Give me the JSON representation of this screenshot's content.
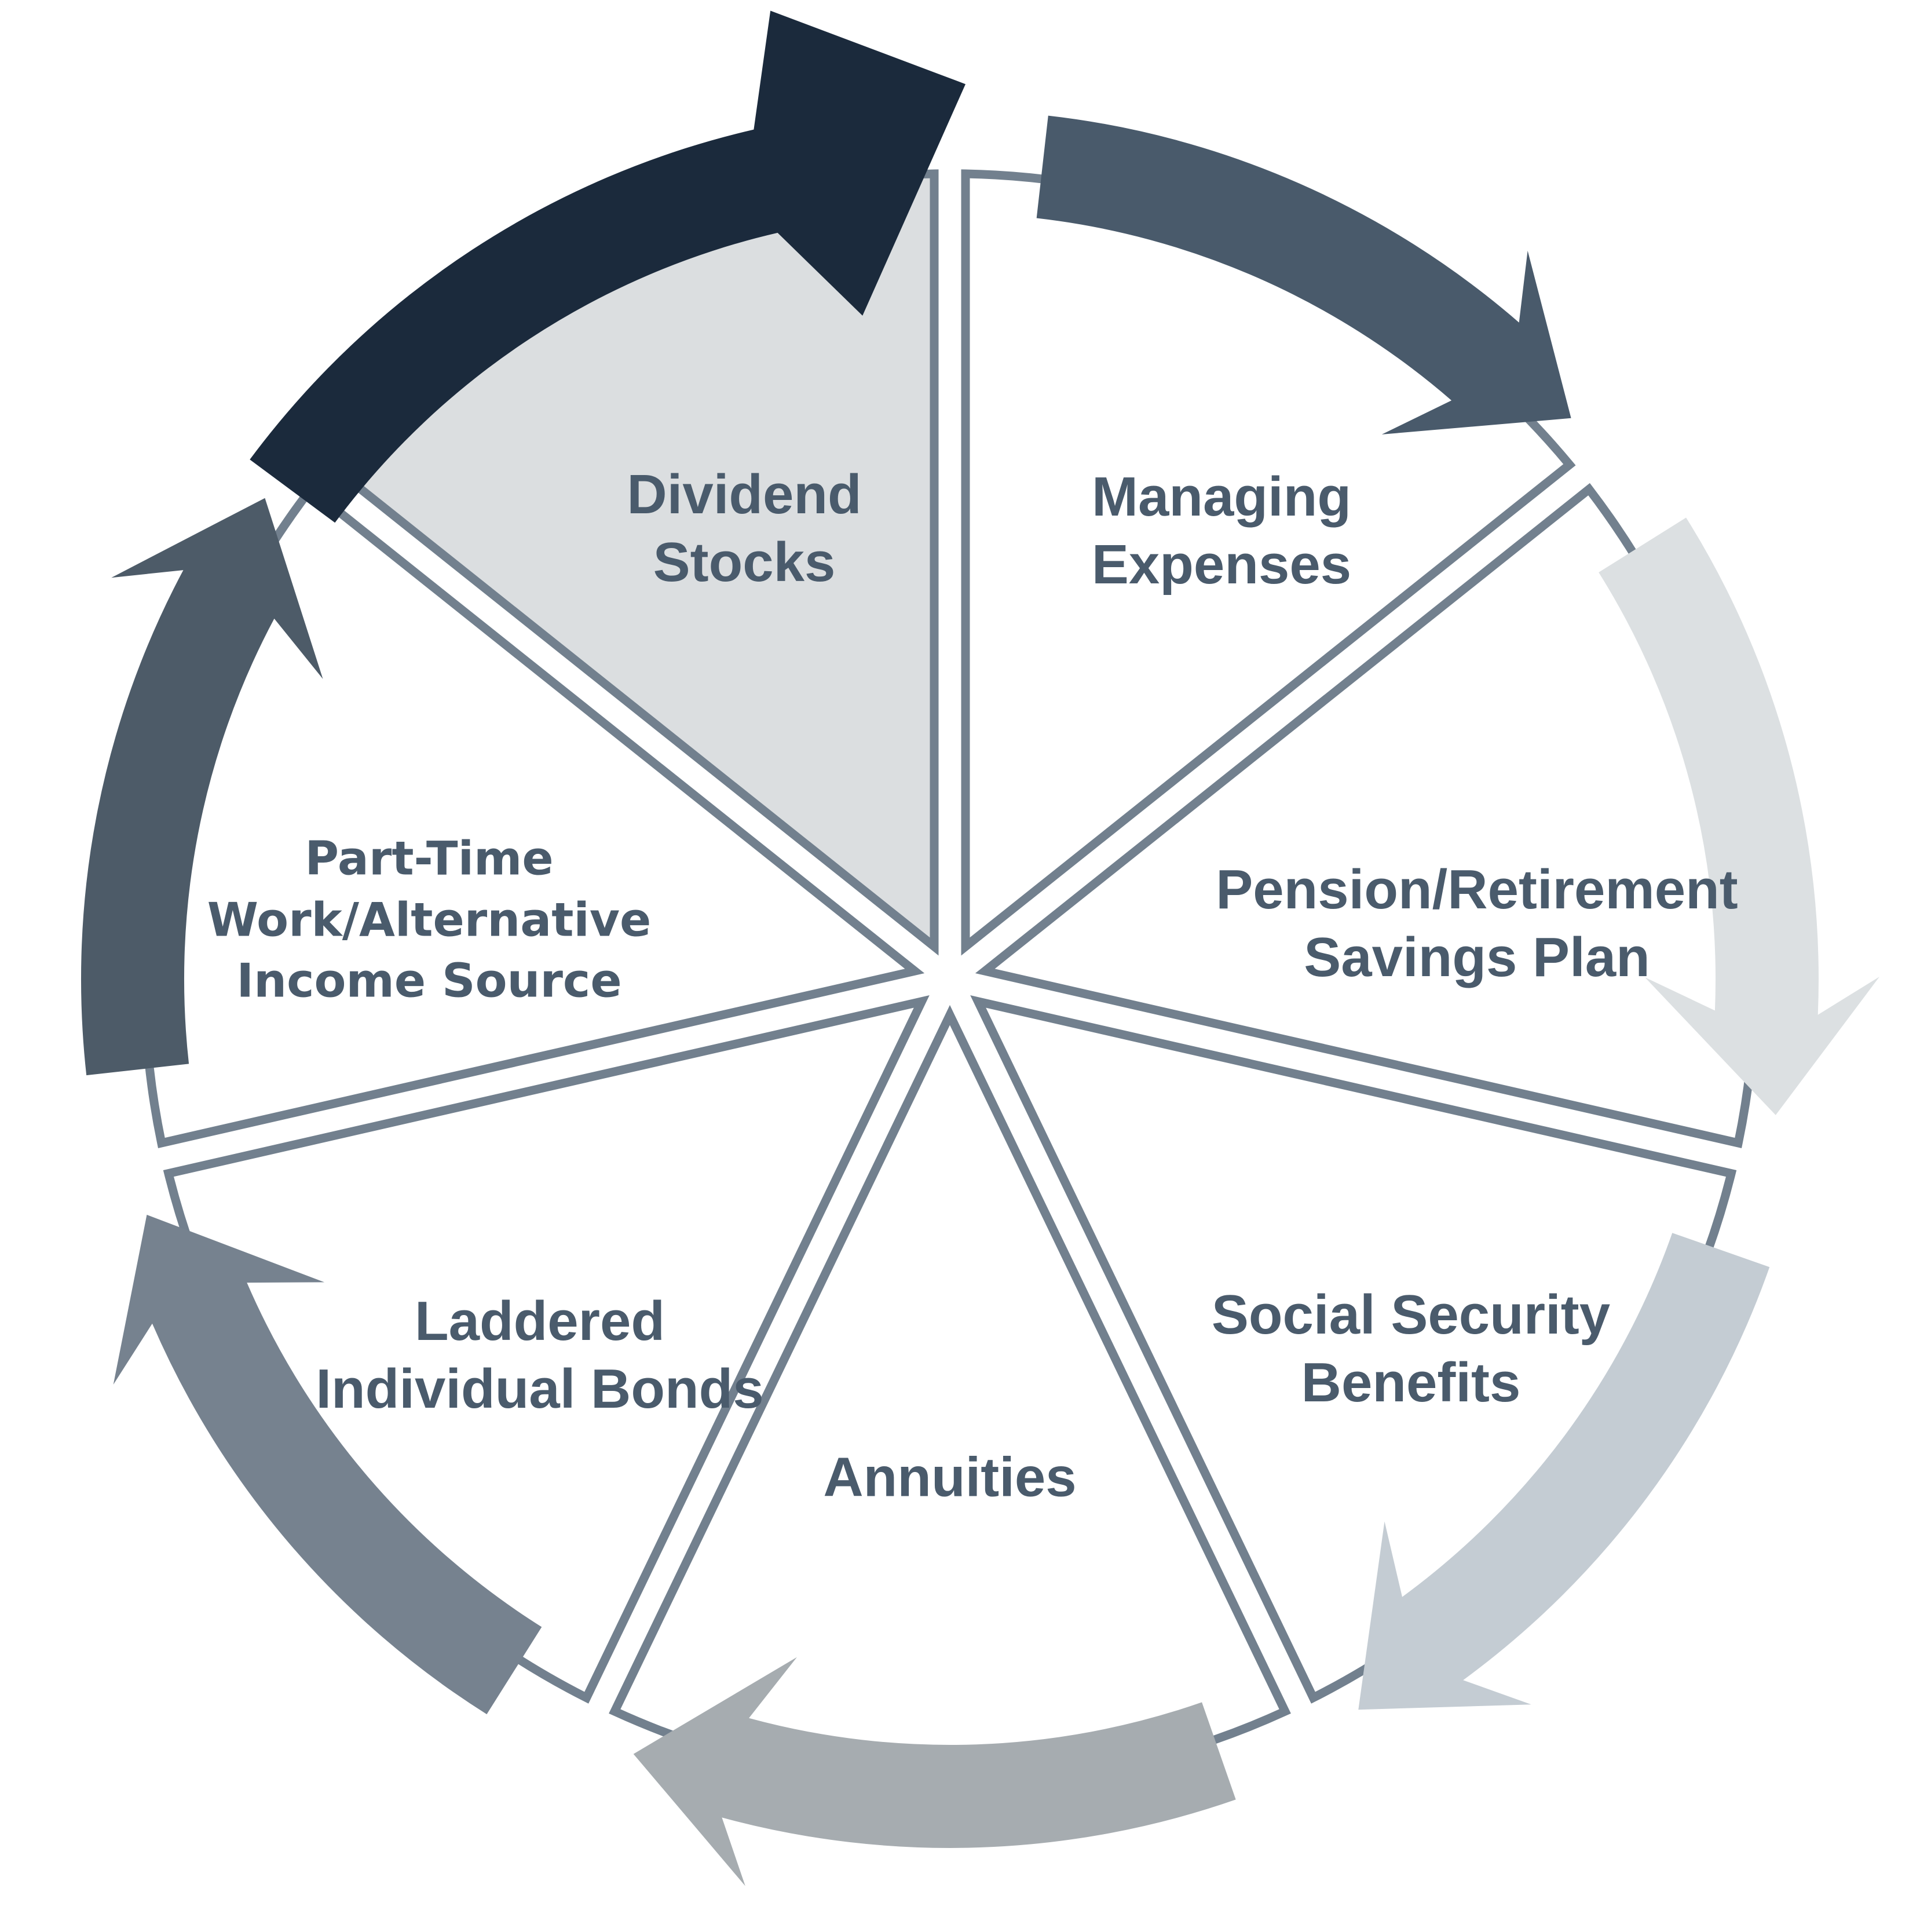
{
  "diagram": {
    "type": "cycle-diagram",
    "direction": "clockwise",
    "segment_count": 7,
    "segments": [
      {
        "name": "managing-expenses",
        "label_lines": [
          "Managing",
          "Expenses"
        ],
        "arrow_color": "#495A6B",
        "wedge_fill": "#FFFFFF",
        "highlighted": false
      },
      {
        "name": "pension-retirement-savings-plan",
        "label_lines": [
          "Pension/Retirement",
          "Savings Plan"
        ],
        "arrow_color": "#DCE0E2",
        "wedge_fill": "#FFFFFF",
        "highlighted": false
      },
      {
        "name": "social-security-benefits",
        "label_lines": [
          "Social Security",
          "Benefits"
        ],
        "arrow_color": "#C4CCD3",
        "wedge_fill": "#FFFFFF",
        "highlighted": false
      },
      {
        "name": "annuities",
        "label_lines": [
          "Annuities"
        ],
        "arrow_color": "#A6ACB0",
        "wedge_fill": "#FFFFFF",
        "highlighted": false
      },
      {
        "name": "laddered-individual-bonds",
        "label_lines": [
          "Laddered",
          "Individual Bonds"
        ],
        "arrow_color": "#76828F",
        "wedge_fill": "#FFFFFF",
        "highlighted": false
      },
      {
        "name": "part-time-work-alternative-income-source",
        "label_lines": [
          "Part-Time",
          "Work/Alternative",
          "Income Source"
        ],
        "arrow_color": "#4D5B68",
        "wedge_fill": "#FFFFFF",
        "highlighted": false
      },
      {
        "name": "dividend-stocks",
        "label_lines": [
          "Dividend",
          "Stocks"
        ],
        "arrow_color": "#1B2A3C",
        "wedge_fill": "#DBDEE0",
        "highlighted": true
      }
    ],
    "colors": {
      "outline": "#72808E",
      "text": "#4A5B6C",
      "background": "#FFFFFF"
    }
  }
}
